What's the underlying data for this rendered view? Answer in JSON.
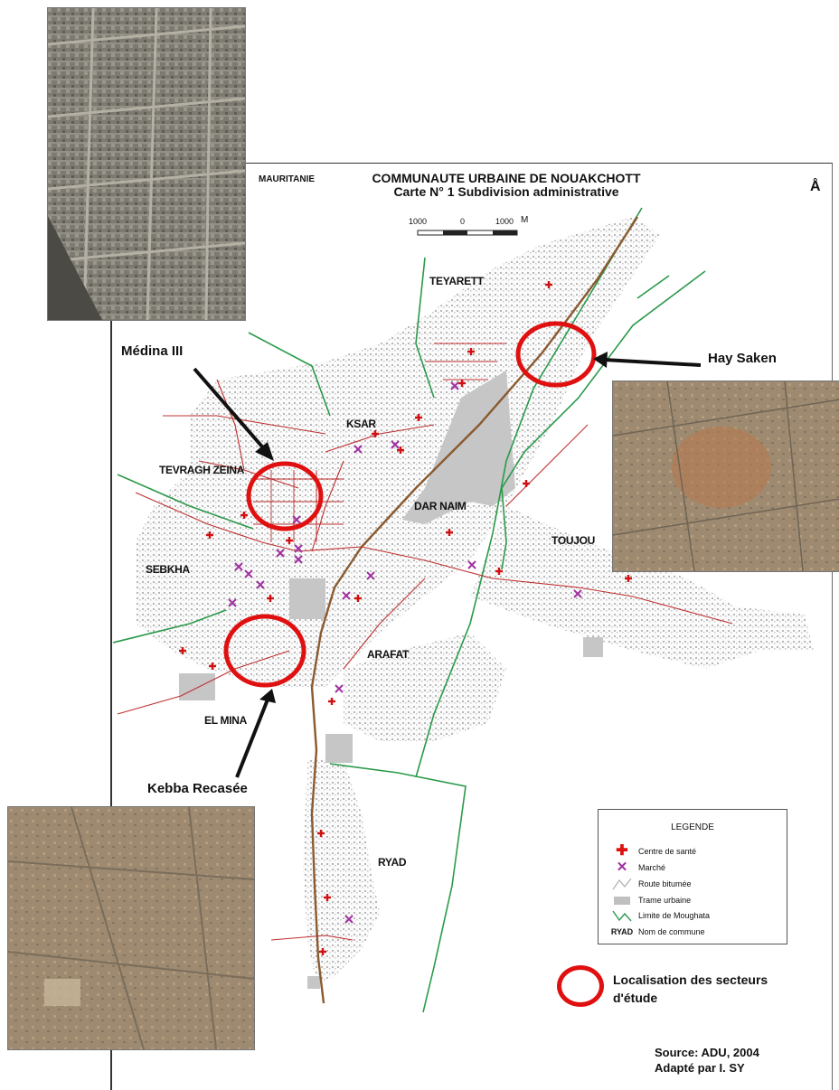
{
  "header": {
    "country": "MAURITANIE",
    "title_line1": "COMMUNAUTE URBAINE DE NOUAKCHOTT",
    "title_line2": "Carte N° 1 Subdivision administrative",
    "north_symbol": "Å"
  },
  "scale_bar": {
    "left_label": "1000",
    "mid_label": "0",
    "right_label": "1000",
    "unit": "M"
  },
  "communes": {
    "teyarett": "TEYARETT",
    "ksar": "KSAR",
    "tevragh_zeina": "TEVRAGH ZEINA",
    "dar_naim": "DAR NAIM",
    "toujounine": "TOUJOU",
    "sebkha": "SEBKHA",
    "arafat": "ARAFAT",
    "el_mina": "EL MINA",
    "ryad": "RYAD"
  },
  "callouts": {
    "medina": "Médina III",
    "hay_saken": "Hay Saken",
    "kebba": "Kebba Recasée"
  },
  "legend": {
    "title": "LEGENDE",
    "items": [
      {
        "symbol": "plus-icon",
        "label": "Centre de santé"
      },
      {
        "symbol": "cross-icon",
        "label": "Marché"
      },
      {
        "symbol": "road-icon",
        "label": "Route bitumée"
      },
      {
        "symbol": "urban-block-icon",
        "label": "Trame urbaine"
      },
      {
        "symbol": "boundary-icon",
        "label": "Limite de Moughata"
      },
      {
        "symbol": "code",
        "code": "RYAD",
        "label": "Nom de commune"
      }
    ]
  },
  "study_areas": {
    "label_line1": "Localisation des secteurs",
    "label_line2": "d'étude"
  },
  "source": {
    "line1": "Source: ADU, 2004",
    "line2": "Adapté par I. SY"
  },
  "colors": {
    "health_center": "#d11111",
    "market": "#a030a0",
    "road": "#cc2222",
    "boundary": "#2a9a4a",
    "urban_fabric": "#c0c0c0",
    "study_circle": "#e01010"
  }
}
